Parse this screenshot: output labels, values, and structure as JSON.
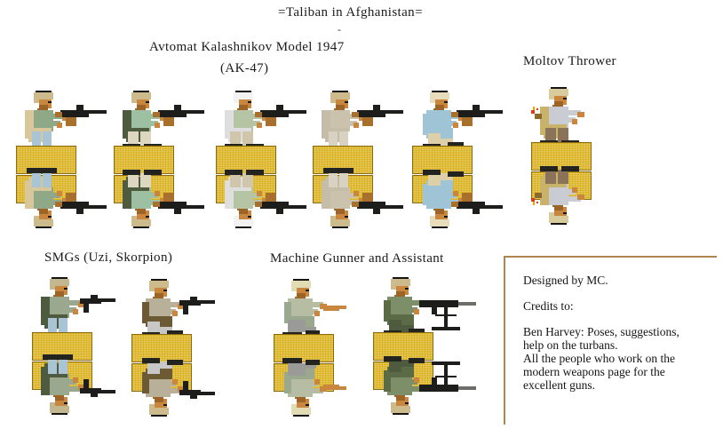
{
  "page": {
    "background": "#ffffff",
    "block_color": "#e0b928",
    "block_outline": "#8a6a12",
    "credits_border": "#b08552",
    "text_color": "#141414"
  },
  "headings": {
    "title": "=Taliban in Afghanistan=",
    "title_dash": "-",
    "ak_line1": "Avtomat Kalashnikov Model 1947",
    "ak_line2": "(AK-47)",
    "moltov": "Moltov Thrower",
    "smg": "SMGs (Uzi, Skorpion)",
    "machine_gunner": "Machine Gunner and Assistant"
  },
  "credits": {
    "designed_by": "Designed by MC.",
    "credits_to": "Credits to:",
    "line_ben_1": "Ben Harvey: Poses, suggestions,",
    "line_ben_2": "help on the turbans.",
    "line_all_1": "All the people who work on the",
    "line_all_2": "modern weapons page for the",
    "line_all_3": "excellent guns."
  },
  "sprites": {
    "ak": [
      {
        "name": "ak47-fighter-1",
        "pose": "standing-firing",
        "robe": "#d8c79a",
        "shirt": "#8fa888",
        "pants": "#a9c4d4",
        "turban": "#cdbb8e"
      },
      {
        "name": "ak47-fighter-2",
        "pose": "crouch-firing",
        "robe": "#4f5b3e",
        "shirt": "#9dbfa2",
        "pants": "#ddd6c0",
        "turban": "#cdbb8e"
      },
      {
        "name": "ak47-fighter-3",
        "pose": "advancing-firing",
        "robe": "#dedede",
        "shirt": "#b6c4a6",
        "pants": "#cfc6ac",
        "turban": "#f2f2f2"
      },
      {
        "name": "ak47-fighter-4",
        "pose": "standing-firing",
        "robe": "#c6bda8",
        "shirt": "#cbc2ae",
        "pants": "#d8d2c2",
        "turban": "#cdbb8e"
      },
      {
        "name": "ak47-fighter-5",
        "pose": "kneeling-firing",
        "robe": "#9fc4d6",
        "shirt": "#9fc4d6",
        "pants": "#ddd0a8",
        "turban": "#e7dcbc"
      }
    ],
    "moltov": [
      {
        "name": "moltov-thrower",
        "pose": "running-throwing",
        "robe": "#c9b36a",
        "shirt": "#c9ccd2",
        "pants": "#8a7358",
        "turban": "#d9cc9c",
        "flame": "#e03a12"
      }
    ],
    "smg": [
      {
        "name": "smg-uzi-fighter",
        "pose": "standing-firing",
        "robe": "#4f5b3e",
        "shirt": "#9aa88e",
        "pants": "#a9c4d4",
        "turban": "#c2b78f"
      },
      {
        "name": "smg-skorpion-fighter",
        "pose": "kneeling-firing",
        "robe": "#6b5a33",
        "shirt": "#b9b09a",
        "pants": "#c7c7c7",
        "turban": "#cdbb8e"
      }
    ],
    "mg": [
      {
        "name": "mg-assistant",
        "pose": "sitting-spotting",
        "robe": "#9aa88e",
        "shirt": "#b6bda2",
        "pants": "#9a9a96",
        "turban": "#e2dcb4"
      },
      {
        "name": "machine-gunner",
        "pose": "kneeling-firing-tripod",
        "robe": "#5a6b45",
        "shirt": "#7d8f68",
        "pants": "#4f5b3e",
        "turban": "#cdbb8e"
      }
    ]
  }
}
